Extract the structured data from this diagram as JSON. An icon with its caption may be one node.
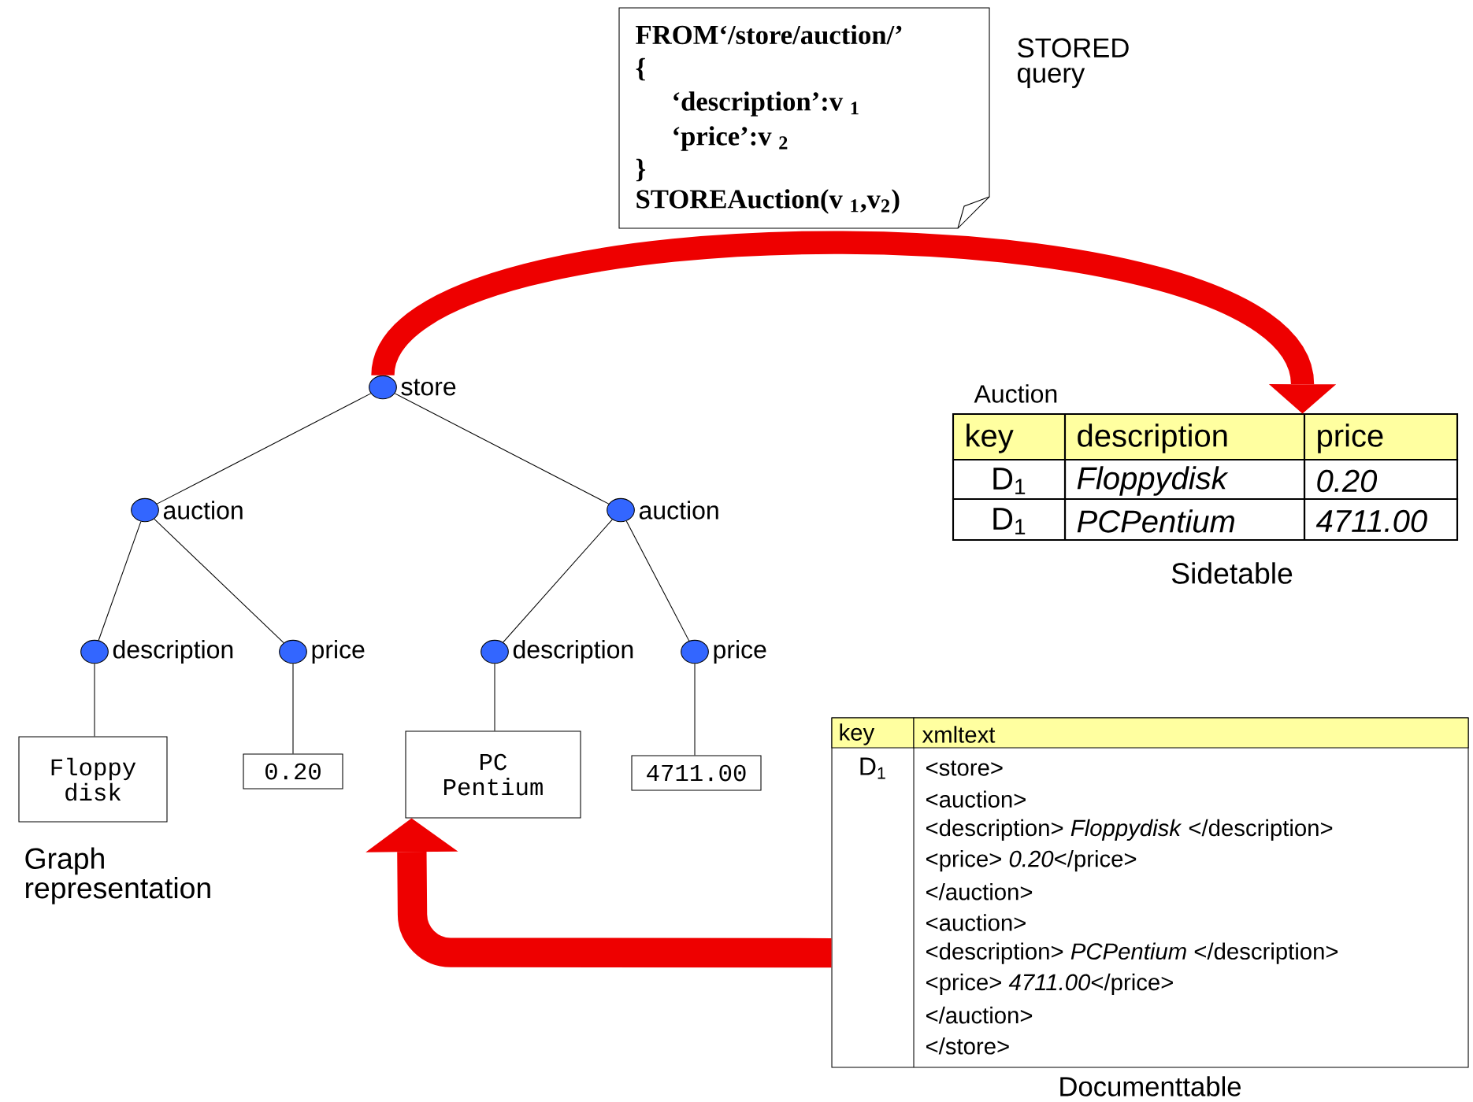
{
  "diagram": {
    "nodes": [
      {
        "text": [
          "FROM‘/store/auction/’",
          "{",
          "‘description’:v $_{1}$",
          "‘price’:v $_{2}$",
          "}",
          "STOREAuction(v $_{1}$,v$_{2}$)"
        ],
        "beside": [
          "STORED query"
        ]
      },
      {
        "text": [],
        "shape": "circle",
        "beside": [
          "store"
        ]
      },
      {
        "text": [],
        "shape": "circle",
        "beside": [
          "auction"
        ]
      },
      {
        "text": [],
        "shape": "circle",
        "beside": [
          "auction"
        ]
      },
      {
        "text": [],
        "shape": "circle",
        "beside": [
          "description"
        ]
      },
      {
        "text": [],
        "shape": "circle",
        "beside": [
          "price"
        ]
      },
      {
        "text": [],
        "shape": "circle",
        "beside": [
          "description"
        ]
      },
      {
        "text": [],
        "shape": "circle",
        "beside": [
          "price"
        ]
      },
      {
        "text": [
          "Floppy disk"
        ]
      },
      {
        "text": [
          "0.20"
        ]
      },
      {
        "text": [
          "PC Pentium"
        ]
      },
      {
        "text": [
          "4711.00"
        ]
      },
      {
        "text": [
          "Auction",
          "key",
          "description",
          "price",
          "D$_{1}$",
          "Floppydisk",
          "0.20",
          "D$_{1}$",
          "PCPentium",
          "4711.00"
        ],
        "beside": [
          "Sidetable"
        ]
      },
      {
        "text": [
          "key",
          "xmltext",
          "D$_{1}$",
          "<store>",
          "<auction>",
          "<description>      *Floppydisk* </description>",
          "<price>     *0.20*</price>",
          "</auction>",
          "<auction>",
          "<description>      *PCPentium*  </description>",
          "<price>     *4711.00*</price>",
          "</auction>",
          "</store>"
        ],
        "beside": [
          "Documenttable"
        ]
      }
    ],
    "edges": [
      {
        "from": 1,
        "to": 2,
        "arrow": "none"
      },
      {
        "from": 1,
        "to": 3,
        "arrow": "none"
      },
      {
        "from": 2,
        "to": 4,
        "arrow": "none"
      },
      {
        "from": 2,
        "to": 5,
        "arrow": "none"
      },
      {
        "from": 3,
        "to": 6,
        "arrow": "none"
      },
      {
        "from": 3,
        "to": 7,
        "arrow": "none"
      },
      {
        "from": 4,
        "to": 8,
        "arrow": "none"
      },
      {
        "from": 5,
        "to": 9,
        "arrow": "none"
      },
      {
        "from": 6,
        "to": 10,
        "arrow": "none"
      },
      {
        "from": 7,
        "to": 11,
        "arrow": "none"
      },
      {
        "from": 1,
        "to": 12,
        "arrow": "to",
        "style": "thick",
        "color": "#ee0000"
      },
      {
        "from": 13,
        "to": 10,
        "arrow": "to",
        "style": "thick",
        "color": "#ee0000"
      }
    ],
    "labels": [
      "Graph representation"
    ]
  }
}
